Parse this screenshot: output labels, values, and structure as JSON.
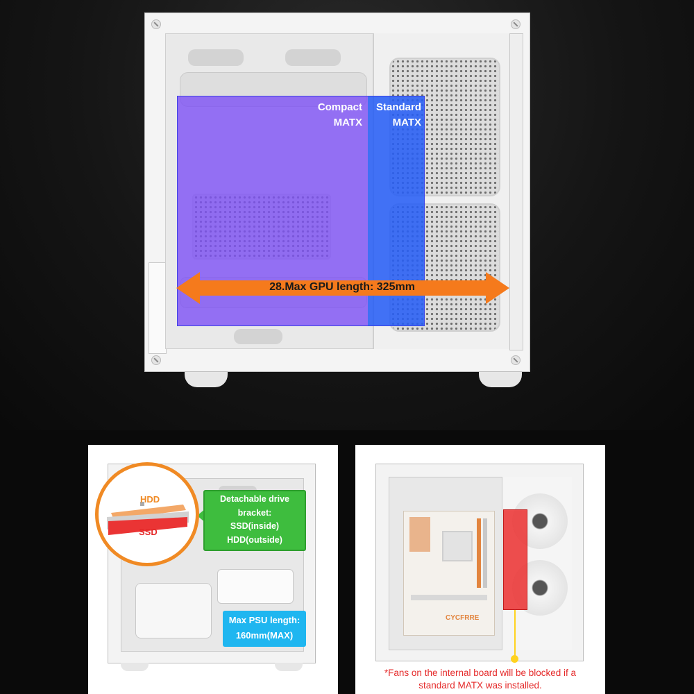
{
  "top_case": {
    "compact_label": [
      "Compact",
      "MATX"
    ],
    "standard_label": [
      "Standard",
      "MATX"
    ],
    "gpu_label": "28.Max GPU length: 325mm",
    "colors": {
      "compact_overlay": "#7d50f5",
      "standard_overlay": "#285ff5",
      "arrow": "#f57a1c"
    }
  },
  "left_panel": {
    "zoom": {
      "hdd_label": "HDD",
      "ssd_label": "SSD"
    },
    "drive_bracket_lines": [
      "Detachable drive",
      "bracket:",
      "SSD(inside)",
      "HDD(outside)"
    ],
    "psu_lines": [
      "Max PSU length:",
      "160mm(MAX)"
    ],
    "colors": {
      "zoom_ring": "#f08a24",
      "drive_bracket": "#3ebd3e",
      "psu": "#1fb6f0"
    }
  },
  "right_panel": {
    "board_brand": "CYCFRRE",
    "note_lines": [
      "*Fans on the internal board will be blocked if a",
      "standard MATX was installed."
    ],
    "colors": {
      "blocked_area": "#eb2828",
      "pointer": "#ffd21f",
      "note": "#e52a2a"
    }
  }
}
